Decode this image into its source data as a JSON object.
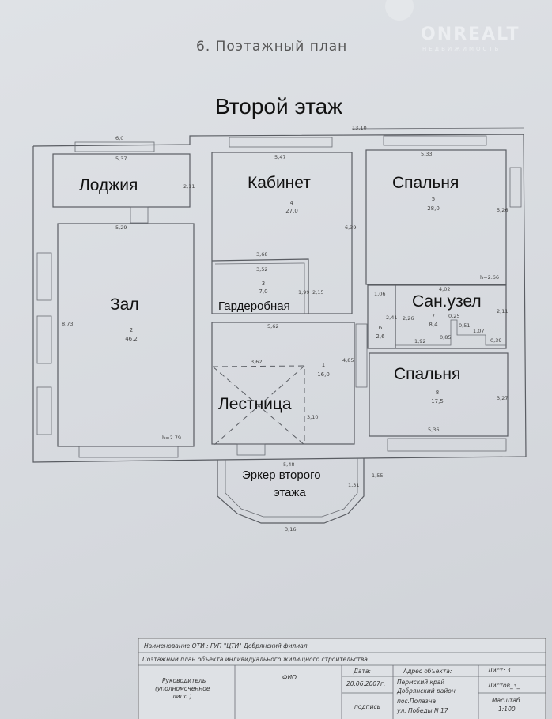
{
  "header": {
    "section_title": "6. Поэтажный план",
    "watermark_brand": "ONREALT",
    "watermark_sub": "НЕДВИЖИМОСТЬ",
    "floor_title": "Второй этаж"
  },
  "rooms": {
    "loggia": {
      "label": "Лоджия",
      "dims": [
        "6,0",
        "5,37",
        "2,11",
        "5,29"
      ]
    },
    "kabinet": {
      "label": "Кабинет",
      "number": "4",
      "area": "27,0",
      "dims": [
        "5,47",
        "6,39",
        "3,68"
      ]
    },
    "spalnya1": {
      "label": "Спальня",
      "number": "5",
      "area": "28,0",
      "dims": [
        "5,33",
        "5,26",
        "h=2.66"
      ]
    },
    "zal": {
      "label": "Зал",
      "number": "2",
      "area": "46,2",
      "dims": [
        "8,73",
        "h=2.79"
      ]
    },
    "garderobnaya": {
      "label": "Гардеробная",
      "number": "3",
      "area": "7,0",
      "dims": [
        "3,52",
        "1,99",
        "2,15"
      ]
    },
    "san_uzel": {
      "label": "Сан.узел",
      "number": "7",
      "area": "8,4",
      "dims": [
        "4,02",
        "2,11",
        "2,26",
        "1,92",
        "0,85",
        "0,25",
        "0,51",
        "1,07",
        "0,39"
      ]
    },
    "corridor": {
      "number": "6",
      "area": "2,6",
      "dims": [
        "1,06",
        "2,41"
      ]
    },
    "lestnitsa": {
      "label": "Лестница",
      "number": "1",
      "area": "16,0",
      "dims": [
        "5,62",
        "3,62",
        "3,10",
        "4,85"
      ]
    },
    "spalnya2": {
      "label": "Спальня",
      "number": "8",
      "area": "17,5",
      "dims": [
        "3,27",
        "5,36"
      ]
    },
    "erker": {
      "label_line1": "Эркер второго",
      "label_line2": "этажа",
      "dims": [
        "5,48",
        "1,31",
        "1,55",
        "3,16"
      ]
    },
    "overall": {
      "width": "13,10"
    }
  },
  "title_block": {
    "org": "Наименование ОТИ : ГУП \"ЦТИ\" Добрянский филиал",
    "doc": "Поэтажный план объекта индивидуального жилищного строительства",
    "head_line1": "Руководитель",
    "head_line2": "(уполномоченное",
    "head_line3": "лицо )",
    "fio": "ФИО",
    "date_label": "Дата:",
    "date": "20.06.2007г.",
    "signature": "подпись",
    "address_label": "Адрес объекта:",
    "address_line1": "Пермский край",
    "address_line2": "Добрянский район",
    "address_line3": "пос.Полазна",
    "address_line4": "ул. Победы  N 17",
    "sheet": "Лист: 3",
    "sheets": "Листов_3_",
    "scale_label": "Масштаб",
    "scale": "1:100"
  }
}
